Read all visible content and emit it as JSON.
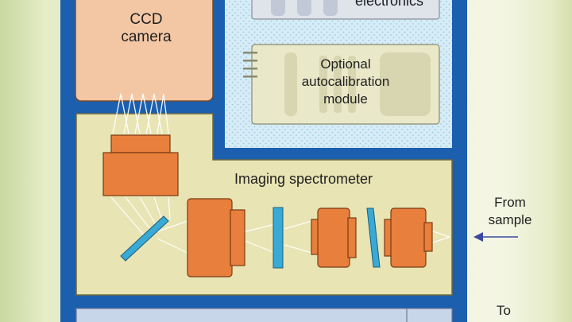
{
  "labels": {
    "ccd_camera": "CCD\ncamera",
    "electronics": "electronics",
    "autocal": "Optional\nautocalibration\nmodule",
    "spectrometer": "Imaging spectrometer",
    "from_sample": "From\nsample",
    "to": "To"
  },
  "colors": {
    "frame_blue": "#1b5fae",
    "camera_fill": "#f3c7a4",
    "dotted_panel": "#cfe7f3",
    "module_fill": "#e9e8c8",
    "spectrometer_fill": "#e8e4b4",
    "optic_orange": "#e87f3c",
    "mirror_blue": "#39a9d6"
  }
}
